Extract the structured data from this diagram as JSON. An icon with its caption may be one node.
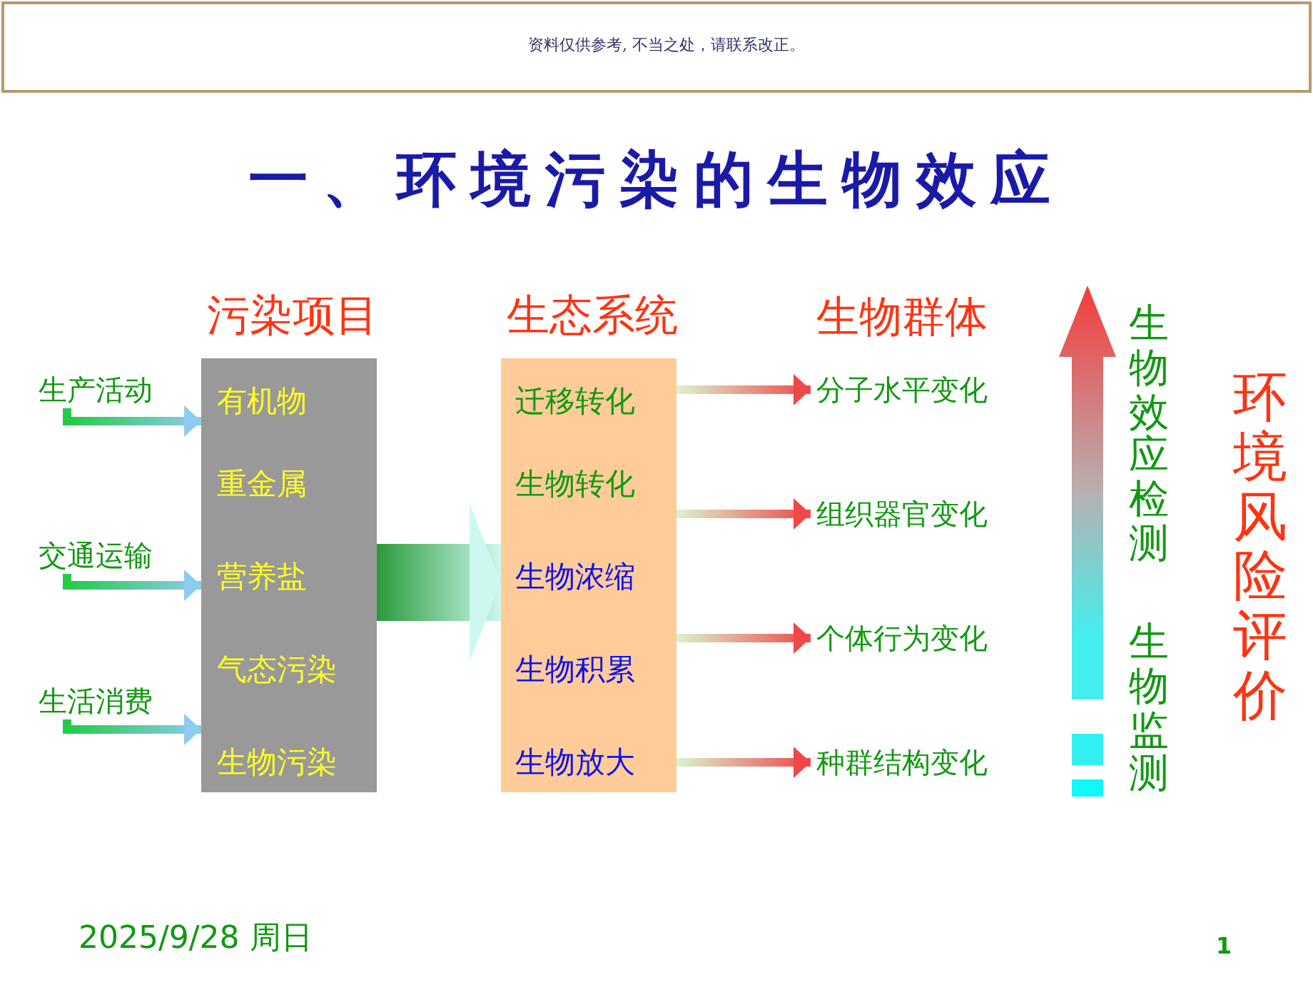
{
  "diagram": {
    "title": "一、环境污染的生物效应",
    "nodes": [
      {
        "text": [
          "污染项目",
          "有机物",
          "重金属",
          "营养盐",
          "气态污染",
          "生物污染"
        ]
      },
      {
        "text": [
          "生态系统",
          "迁移转化",
          "生物转化",
          "生物浓缩",
          "生物积累",
          "生物放大"
        ]
      },
      {
        "text": [
          "生产活动"
        ]
      },
      {
        "text": [
          "交通运输"
        ]
      },
      {
        "text": [
          "生活消费"
        ]
      },
      {
        "text": [
          "分子水平变化"
        ]
      },
      {
        "text": [
          "组织器官变化"
        ]
      },
      {
        "text": [
          "个体行为变化"
        ]
      },
      {
        "text": [
          "种群结构变化"
        ]
      }
    ],
    "edges": [
      {
        "from": 2,
        "to": 0,
        "arrow": "to"
      },
      {
        "from": 3,
        "to": 0,
        "arrow": "to"
      },
      {
        "from": 4,
        "to": 0,
        "arrow": "to"
      },
      {
        "from": 0,
        "to": 1,
        "arrow": "to",
        "style": "thick",
        "color": "#ccf8f0"
      },
      {
        "from": 1,
        "to": 5,
        "arrow": "to",
        "color": "#f04848"
      },
      {
        "from": 1,
        "to": 6,
        "arrow": "to",
        "color": "#f04848"
      },
      {
        "from": 1,
        "to": 7,
        "arrow": "to",
        "color": "#f04848"
      },
      {
        "from": 1,
        "to": 8,
        "arrow": "to",
        "color": "#f04848"
      }
    ],
    "labels": [
      "资料仅供参考, 不当之处，请联系改正。",
      "生物群体",
      "生物效应检测",
      "生物监测",
      "环境风险评价",
      "2025/9/28 周日",
      "1"
    ]
  }
}
